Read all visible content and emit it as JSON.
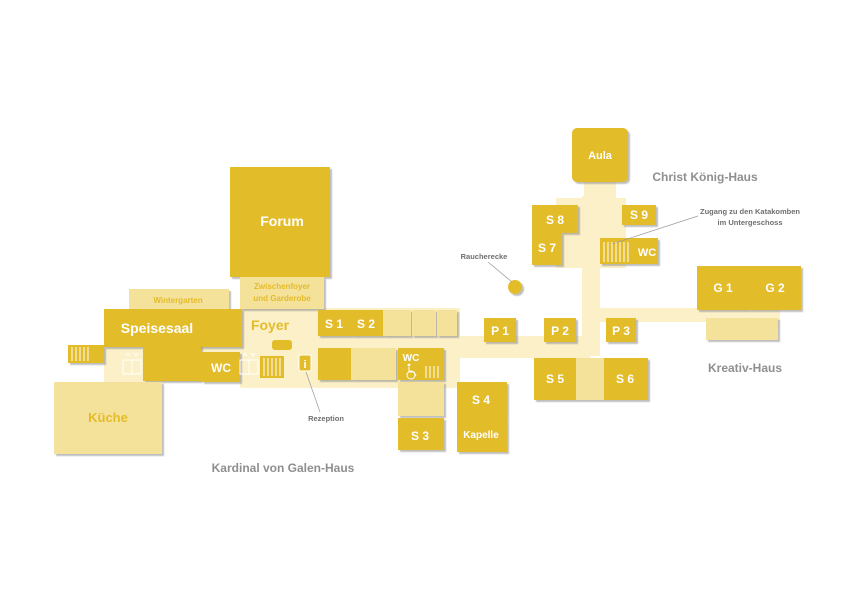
{
  "rooms": {
    "forum": "Forum",
    "aula": "Aula",
    "speisesaal": "Speisesaal",
    "kueche": "Küche",
    "wintergarten": "Wintergarten",
    "foyer": "Foyer",
    "zwischenfoyer_line1": "Zwischenfoyer",
    "zwischenfoyer_line2": "und Garderobe",
    "wc_left": "WC",
    "wc_middle": "WC",
    "wc_right": "WC",
    "s1": "S 1",
    "s2": "S 2",
    "s3": "S 3",
    "s4": "S 4",
    "s5": "S 5",
    "s6": "S 6",
    "s7": "S 7",
    "s8": "S 8",
    "s9": "S 9",
    "kapelle": "Kapelle",
    "p1": "P 1",
    "p2": "P 2",
    "p3": "P 3",
    "g1": "G 1",
    "g2": "G 2"
  },
  "houses": {
    "kardinal": "Kardinal von Galen-Haus",
    "christ_koenig": "Christ König-Haus",
    "kreativ": "Kreativ-Haus"
  },
  "annotations": {
    "raucherecke": "Raucherecke",
    "rezeption": "Rezeption",
    "katakomben_line1": "Zugang zu den Katakomben",
    "katakomben_line2": "im Untergeschoss"
  },
  "colors": {
    "room": "#e3bc2a",
    "room_light": "#f4e19a",
    "corridor": "#fbf0c8",
    "house_label": "#8f8f8f"
  }
}
